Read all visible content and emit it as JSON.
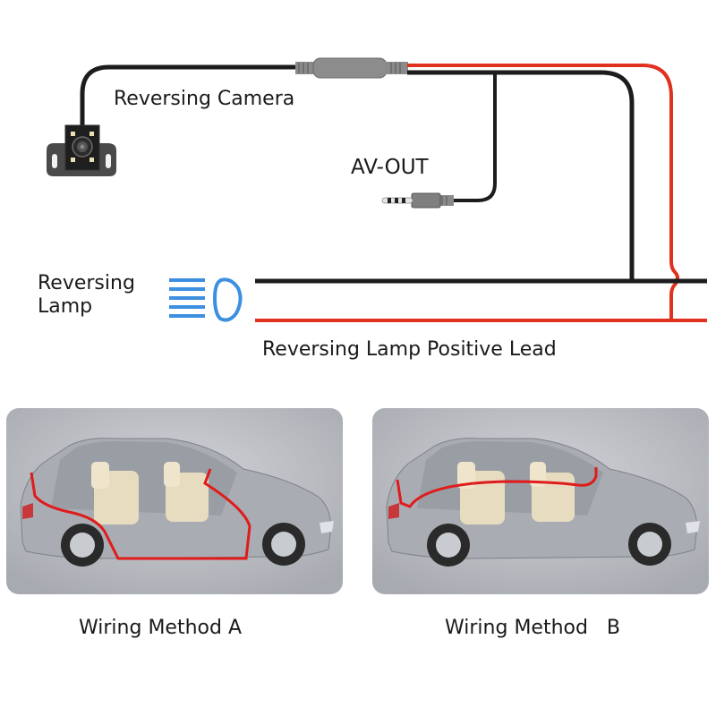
{
  "diagram": {
    "labels": {
      "reversing_camera": "Reversing Camera",
      "av_out": "AV-OUT",
      "reversing_lamp_line1": "Reversing",
      "reversing_lamp_line2": "Lamp",
      "positive_lead": "Reversing Lamp Positive Lead"
    },
    "wire_colors": {
      "black": "#1c1c1c",
      "red": "#e0301e",
      "lamp_blue": "#3d8fe0",
      "connector_gray": "#8a8a8a"
    },
    "icons": [
      "reversing-camera-icon",
      "av-jack-icon",
      "headlamp-icon",
      "inline-connector-icon"
    ]
  },
  "methods": [
    {
      "caption": "Wiring Method  A",
      "route": "floor"
    },
    {
      "caption": "Wiring Method   B",
      "route": "roof"
    }
  ],
  "panel_colors": {
    "bg": "#b4b7bc",
    "car_body": "#a9adb3",
    "seat": "#e8dcc0",
    "wire": "#e01b1b"
  }
}
